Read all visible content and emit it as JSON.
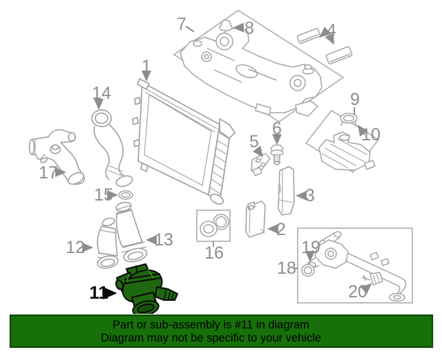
{
  "banner": {
    "line1": "Part or sub-assembly is #11 in diagram",
    "line2": "Diagram may not be specific to your vehicle",
    "background_color": "#17700A",
    "text_color": "#000000"
  },
  "diagram": {
    "highlighted_part_number": "11",
    "highlight_color": "#1E690F",
    "line_color": "#A3A3A3",
    "box_color": "#B5B5B5",
    "label_color": "#8D8D8D",
    "callouts": [
      {
        "number": "1",
        "highlighted": false
      },
      {
        "number": "2",
        "highlighted": false
      },
      {
        "number": "3",
        "highlighted": false
      },
      {
        "number": "4",
        "highlighted": false
      },
      {
        "number": "5",
        "highlighted": false
      },
      {
        "number": "6",
        "highlighted": false
      },
      {
        "number": "7",
        "highlighted": false
      },
      {
        "number": "8",
        "highlighted": false
      },
      {
        "number": "9",
        "highlighted": false
      },
      {
        "number": "10",
        "highlighted": false
      },
      {
        "number": "11",
        "highlighted": true
      },
      {
        "number": "12",
        "highlighted": false
      },
      {
        "number": "13",
        "highlighted": false
      },
      {
        "number": "14",
        "highlighted": false
      },
      {
        "number": "15",
        "highlighted": false
      },
      {
        "number": "16",
        "highlighted": false
      },
      {
        "number": "17",
        "highlighted": false
      },
      {
        "number": "18",
        "highlighted": false
      },
      {
        "number": "19",
        "highlighted": false
      },
      {
        "number": "20",
        "highlighted": false
      }
    ]
  }
}
